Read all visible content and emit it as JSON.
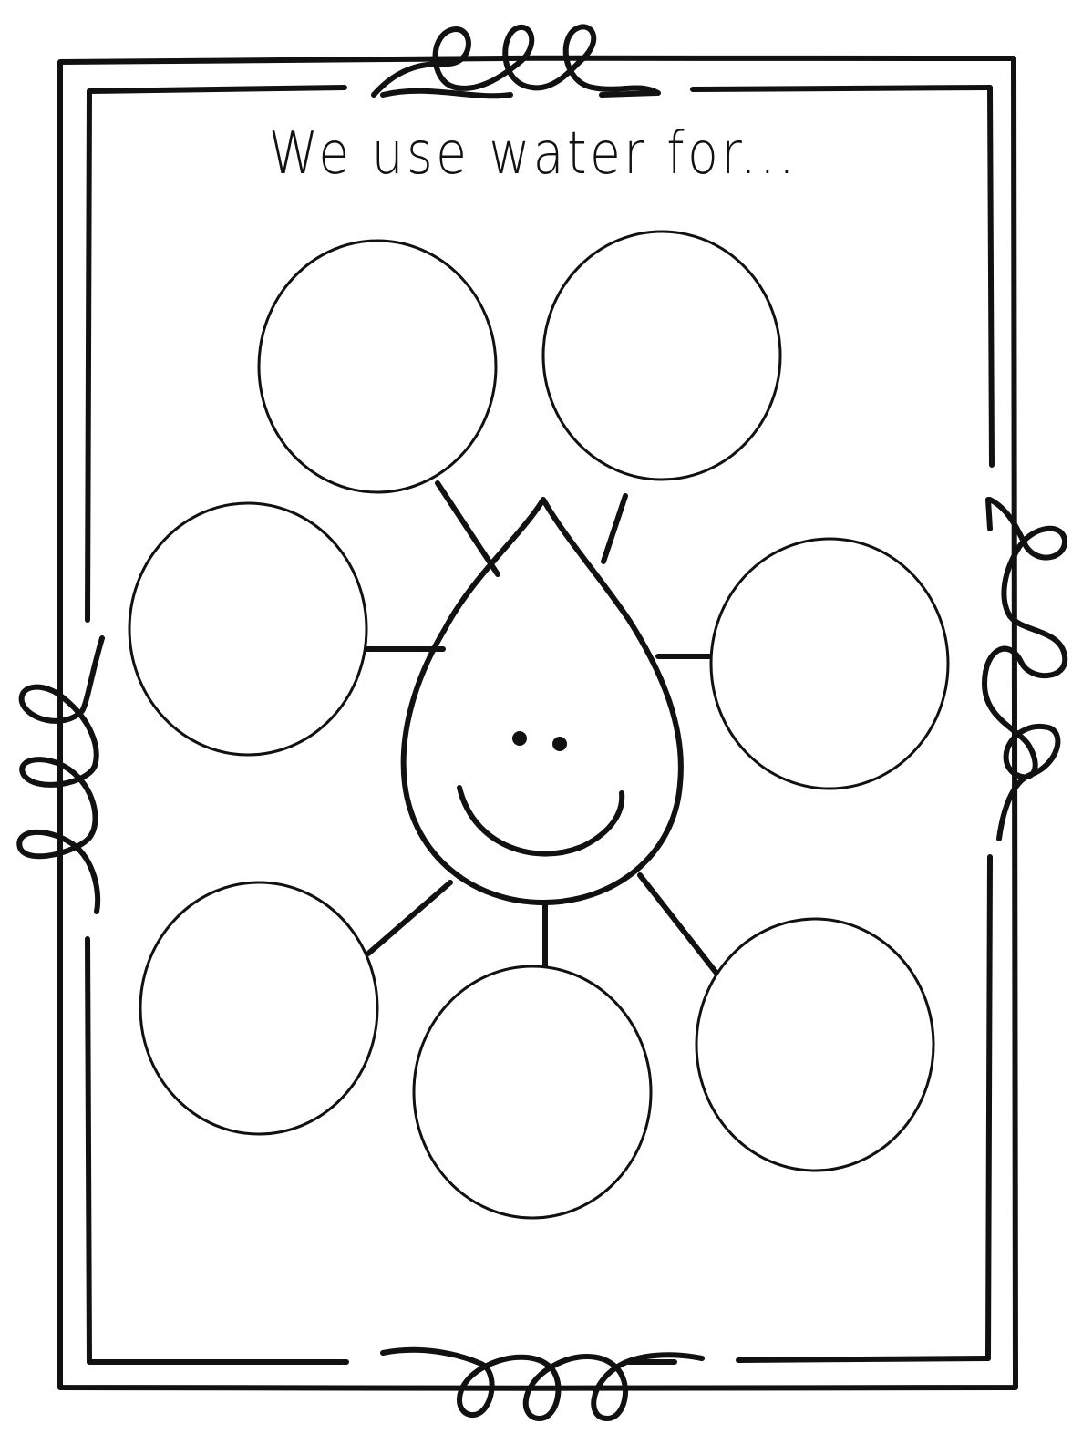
{
  "worksheet": {
    "title": "We use water for..."
  },
  "colors": {
    "ink": "#111111",
    "paper": "#ffffff"
  },
  "answer_bubbles": [
    {
      "name": "answer-circle-top-left",
      "value": ""
    },
    {
      "name": "answer-circle-top-right",
      "value": ""
    },
    {
      "name": "answer-circle-middle-left",
      "value": ""
    },
    {
      "name": "answer-circle-middle-right",
      "value": ""
    },
    {
      "name": "answer-circle-bottom-left",
      "value": ""
    },
    {
      "name": "answer-circle-bottom-center",
      "value": ""
    },
    {
      "name": "answer-circle-bottom-right",
      "value": ""
    }
  ],
  "center_figure": "smiling-water-drop"
}
